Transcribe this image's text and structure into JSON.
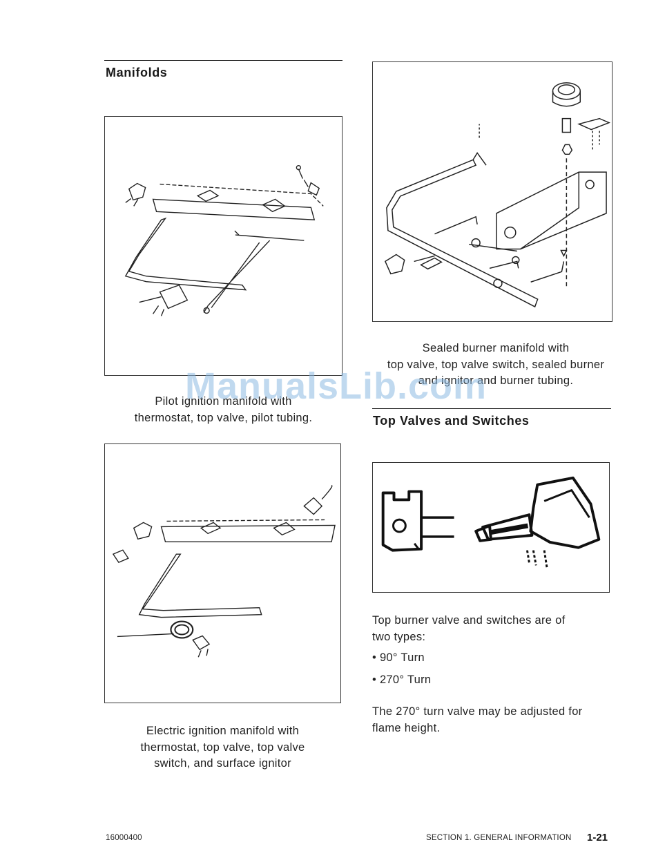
{
  "left": {
    "heading": "Manifolds",
    "figure1_caption_line1": "Pilot ignition manifold with",
    "figure1_caption_line2": "thermostat, top valve, pilot tubing.",
    "figure2_caption_line1": "Electric ignition manifold with",
    "figure2_caption_line2": "thermostat, top valve, top valve",
    "figure2_caption_line3": "switch, and surface ignitor"
  },
  "right": {
    "figure1_caption_line1": "Sealed burner manifold with",
    "figure1_caption_line2": "top valve, top valve switch, sealed burner",
    "figure1_caption_line3": "and ignitor and burner tubing.",
    "heading": "Top Valves and Switches",
    "para1_line1": "Top burner valve and switches are of",
    "para1_line2": "two types:",
    "bullet1": "• 90° Turn",
    "bullet2": "• 270° Turn",
    "para2_line1": "The 270° turn valve may be adjusted for",
    "para2_line2": "flame height."
  },
  "watermark": "ManualsLib.com",
  "footer": {
    "doc_number": "16000400",
    "section": "SECTION 1. GENERAL INFORMATION",
    "page": "1-21"
  }
}
